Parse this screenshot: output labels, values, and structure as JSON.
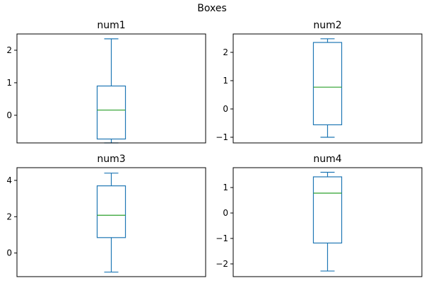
{
  "chart_data": {
    "type": "box",
    "title": "Boxes",
    "panels": [
      {
        "title": "num1",
        "ylim": [
          -0.85,
          2.5
        ],
        "yticks": [
          0,
          1,
          2
        ],
        "box": {
          "whisker_low": -0.85,
          "q1": -0.73,
          "median": 0.16,
          "q3": 0.9,
          "whisker_high": 2.35
        }
      },
      {
        "title": "num2",
        "ylim": [
          -1.2,
          2.65
        ],
        "yticks": [
          -1,
          0,
          1,
          2
        ],
        "box": {
          "whisker_low": -1.0,
          "q1": -0.56,
          "median": 0.77,
          "q3": 2.35,
          "whisker_high": 2.48
        }
      },
      {
        "title": "num3",
        "ylim": [
          -1.3,
          4.7
        ],
        "yticks": [
          0,
          2,
          4
        ],
        "box": {
          "whisker_low": -1.05,
          "q1": 0.85,
          "median": 2.08,
          "q3": 3.7,
          "whisker_high": 4.4
        }
      },
      {
        "title": "num4",
        "ylim": [
          -2.5,
          1.78
        ],
        "yticks": [
          -2,
          -1,
          0,
          1
        ],
        "box": {
          "whisker_low": -2.28,
          "q1": -1.18,
          "median": 0.78,
          "q3": 1.42,
          "whisker_high": 1.6
        }
      }
    ],
    "colors": {
      "box": "#1f77b4",
      "median": "#2ca02c",
      "axes": "#000000"
    },
    "grid": false,
    "legend": "none"
  }
}
